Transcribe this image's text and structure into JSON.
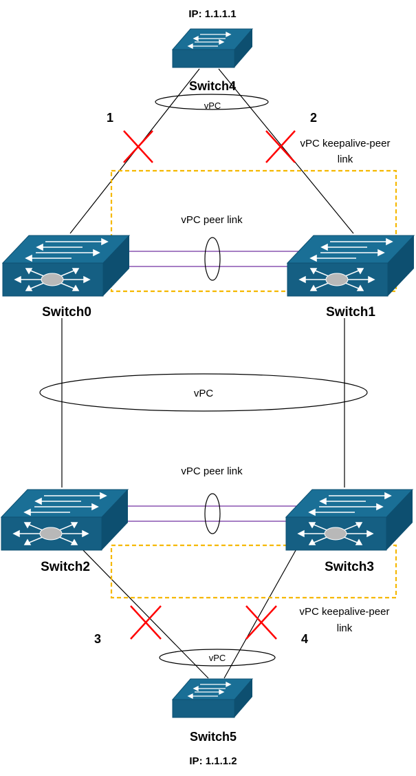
{
  "switch4": {
    "ip": "IP: 1.1.1.1",
    "name": "Switch4"
  },
  "switch5": {
    "ip": "IP: 1.1.1.2",
    "name": "Switch5"
  },
  "switch0": {
    "name": "Switch0"
  },
  "switch1": {
    "name": "Switch1"
  },
  "switch2": {
    "name": "Switch2"
  },
  "switch3": {
    "name": "Switch3"
  },
  "vpc_labels": {
    "top": "vPC",
    "middle": "vPC",
    "bottom": "vPC"
  },
  "peer_link_labels": {
    "top": "vPC peer link",
    "bottom": "vPC peer link"
  },
  "keepalive_labels": {
    "top_line1": "vPC keepalive-peer",
    "top_line2": "link",
    "bottom_line1": "vPC keepalive-peer",
    "bottom_line2": "link"
  },
  "failure_markers": {
    "m1": "1",
    "m2": "2",
    "m3": "3",
    "m4": "4"
  },
  "colors": {
    "switch_top": "#1a6f96",
    "switch_front": "#155f83",
    "switch_side": "#0d4f70",
    "arrow": "#ffffff",
    "hub": "#b8b8b8",
    "peer_link": "#7030a0",
    "keepalive_box": "#f5b800",
    "failure_x": "#ff0000"
  }
}
